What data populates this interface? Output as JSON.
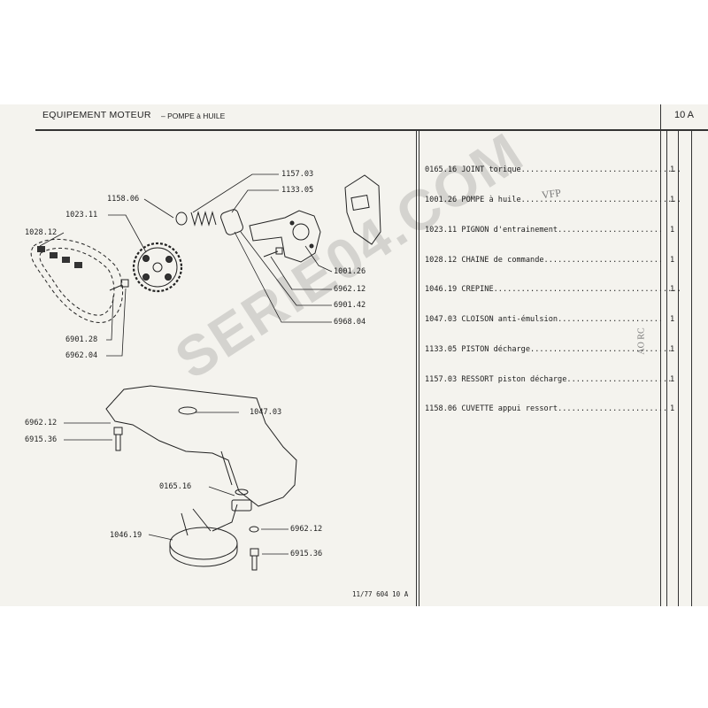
{
  "header": {
    "title": "EQUIPEMENT MOTEUR",
    "subtitle": "– POMPE à HUILE",
    "page": "10 A"
  },
  "parts": [
    {
      "ref": "0165.16",
      "desc": "JOINT torique",
      "qty": "1"
    },
    {
      "ref": "1001.26",
      "desc": "POMPE à huile",
      "qty": "1"
    },
    {
      "ref": "1023.11",
      "desc": "PIGNON d'entrainement",
      "qty": "1"
    },
    {
      "ref": "1028.12",
      "desc": "CHAINE de commande",
      "qty": "1"
    },
    {
      "ref": "1046.19",
      "desc": "CREPINE",
      "qty": "1"
    },
    {
      "ref": "1047.03",
      "desc": "CLOISON anti-émulsion",
      "qty": "1"
    },
    {
      "ref": "1133.05",
      "desc": "PISTON décharge",
      "qty": "1"
    },
    {
      "ref": "1157.03",
      "desc": "RESSORT piston décharge",
      "qty": "1"
    },
    {
      "ref": "1158.06",
      "desc": "CUVETTE appui ressort",
      "qty": "1"
    }
  ],
  "callouts": {
    "c1157": "1157.03",
    "c1133": "1133.05",
    "c1158": "1158.06",
    "c1023": "1023.11",
    "c1028": "1028.12",
    "c1001": "1001.26",
    "c6962a": "6962.12",
    "c6901a": "6901.42",
    "c6968": "6968.04",
    "c6901b": "6901.28",
    "c6962b": "6962.04",
    "c1047": "1047.03",
    "c6962c": "6962.12",
    "c6915a": "6915.36",
    "c0165": "0165.16",
    "c1046": "1046.19",
    "c6962d": "6962.12",
    "c6915b": "6915.36"
  },
  "footer": "11/77  604  10 A",
  "watermark": "SERIE04.COM",
  "handwritten": {
    "note1": "VFP",
    "note2": "AO RC"
  }
}
